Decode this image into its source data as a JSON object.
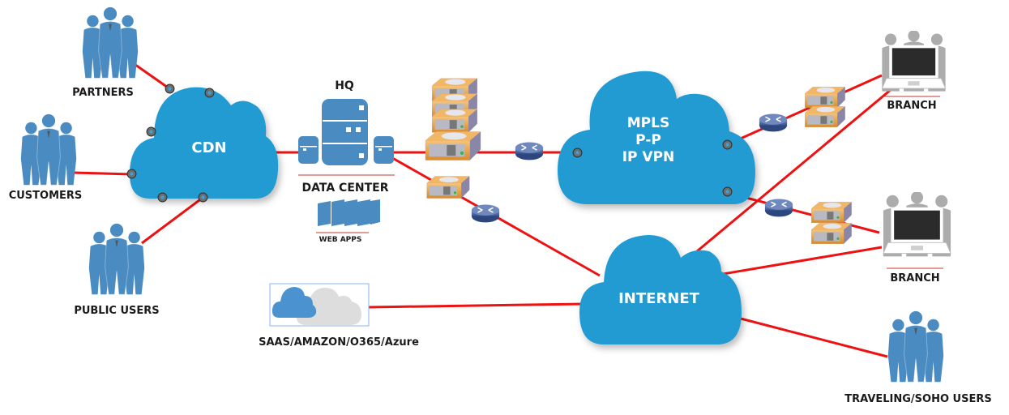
{
  "diagram": {
    "colors": {
      "link": "#ee1111",
      "cloud": "#229bd3",
      "people_blue": "#4a8cc2",
      "people_gray": "#aaaaaa",
      "server_orange": "#e8a24a",
      "router": "#5a74a8",
      "text": "#1a1a1a"
    },
    "clouds": {
      "cdn": "CDN",
      "mpls": [
        "MPLS",
        "P-P",
        "IP VPN"
      ],
      "internet": "INTERNET"
    },
    "groups": {
      "partners": "PARTNERS",
      "customers": "CUSTOMERS",
      "public_users": "PUBLIC USERS",
      "traveling": "TRAVELING/SOHO USERS",
      "branch_top": "BRANCH",
      "branch_bottom": "BRANCH"
    },
    "hq": {
      "title": "HQ",
      "data_center": "DATA CENTER",
      "web_apps": "WEB APPS"
    },
    "saas": {
      "label": "SAAS/AMAZON/O365/Azure"
    }
  }
}
